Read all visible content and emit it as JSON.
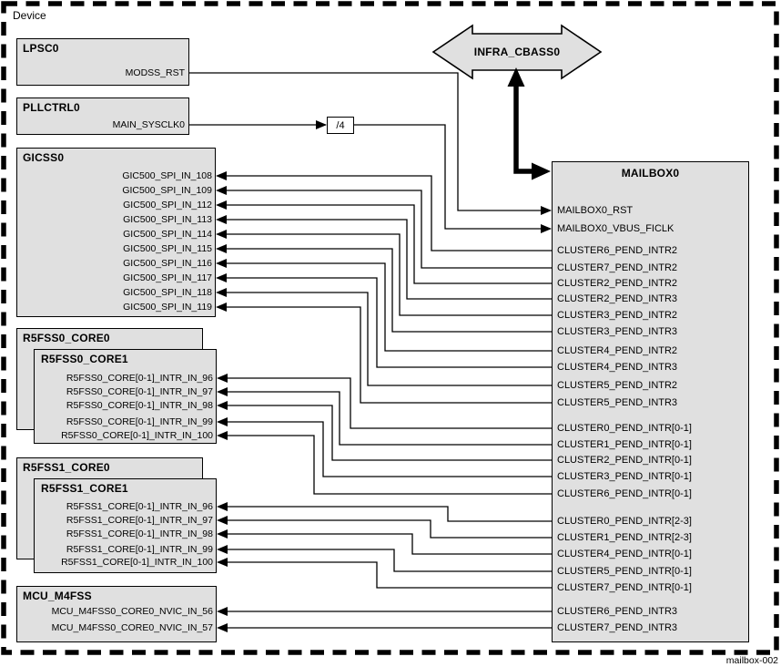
{
  "device_label": "Device",
  "figure_label": "mailbox-002",
  "colors": {
    "box_fill": "#e0e0e0",
    "line": "#000000",
    "background": "#ffffff"
  },
  "interconnect": {
    "label": "INFRA_CBASS0"
  },
  "divider": {
    "label": "/4"
  },
  "blocks": {
    "lpsc0": {
      "title": "LPSC0",
      "signals": [
        "MODSS_RST"
      ]
    },
    "pllctrl0": {
      "title": "PLLCTRL0",
      "signals": [
        "MAIN_SYSCLK0"
      ]
    },
    "gicss0": {
      "title": "GICSS0",
      "signals": [
        "GIC500_SPI_IN_108",
        "GIC500_SPI_IN_109",
        "GIC500_SPI_IN_112",
        "GIC500_SPI_IN_113",
        "GIC500_SPI_IN_114",
        "GIC500_SPI_IN_115",
        "GIC500_SPI_IN_116",
        "GIC500_SPI_IN_117",
        "GIC500_SPI_IN_118",
        "GIC500_SPI_IN_119"
      ]
    },
    "r5fss0_core0": {
      "title": "R5FSS0_CORE0",
      "signals": []
    },
    "r5fss0_core1": {
      "title": "R5FSS0_CORE1",
      "signals": [
        "R5FSS0_CORE[0-1]_INTR_IN_96",
        "R5FSS0_CORE[0-1]_INTR_IN_97",
        "R5FSS0_CORE[0-1]_INTR_IN_98",
        "R5FSS0_CORE[0-1]_INTR_IN_99",
        "R5FSS0_CORE[0-1]_INTR_IN_100"
      ]
    },
    "r5fss1_core0": {
      "title": "R5FSS1_CORE0",
      "signals": []
    },
    "r5fss1_core1": {
      "title": "R5FSS1_CORE1",
      "signals": [
        "R5FSS1_CORE[0-1]_INTR_IN_96",
        "R5FSS1_CORE[0-1]_INTR_IN_97",
        "R5FSS1_CORE[0-1]_INTR_IN_98",
        "R5FSS1_CORE[0-1]_INTR_IN_99",
        "R5FSS1_CORE[0-1]_INTR_IN_100"
      ]
    },
    "mcu_m4fss": {
      "title": "MCU_M4FSS",
      "signals": [
        "MCU_M4FSS0_CORE0_NVIC_IN_56",
        "MCU_M4FSS0_CORE0_NVIC_IN_57"
      ]
    },
    "mailbox0": {
      "title": "MAILBOX0",
      "signals": [
        "MAILBOX0_RST",
        "MAILBOX0_VBUS_FICLK",
        "CLUSTER6_PEND_INTR2",
        "CLUSTER7_PEND_INTR2",
        "CLUSTER2_PEND_INTR2",
        "CLUSTER2_PEND_INTR3",
        "CLUSTER3_PEND_INTR2",
        "CLUSTER3_PEND_INTR3",
        "CLUSTER4_PEND_INTR2",
        "CLUSTER4_PEND_INTR3",
        "CLUSTER5_PEND_INTR2",
        "CLUSTER5_PEND_INTR3",
        "CLUSTER0_PEND_INTR[0-1]",
        "CLUSTER1_PEND_INTR[0-1]",
        "CLUSTER2_PEND_INTR[0-1]",
        "CLUSTER3_PEND_INTR[0-1]",
        "CLUSTER6_PEND_INTR[0-1]",
        "CLUSTER0_PEND_INTR[2-3]",
        "CLUSTER1_PEND_INTR[2-3]",
        "CLUSTER4_PEND_INTR[0-1]",
        "CLUSTER5_PEND_INTR[0-1]",
        "CLUSTER7_PEND_INTR[0-1]",
        "CLUSTER6_PEND_INTR3",
        "CLUSTER7_PEND_INTR3"
      ]
    }
  },
  "connections": [
    {
      "from": "LPSC0.MODSS_RST",
      "to": "MAILBOX0.MAILBOX0_RST"
    },
    {
      "from": "PLLCTRL0.MAIN_SYSCLK0",
      "to": "/4"
    },
    {
      "from": "/4",
      "to": "MAILBOX0.MAILBOX0_VBUS_FICLK"
    },
    {
      "from": "MAILBOX0.CLUSTER6_PEND_INTR2",
      "to": "GICSS0.GIC500_SPI_IN_108"
    },
    {
      "from": "MAILBOX0.CLUSTER7_PEND_INTR2",
      "to": "GICSS0.GIC500_SPI_IN_109"
    },
    {
      "from": "MAILBOX0.CLUSTER2_PEND_INTR2",
      "to": "GICSS0.GIC500_SPI_IN_112"
    },
    {
      "from": "MAILBOX0.CLUSTER2_PEND_INTR3",
      "to": "GICSS0.GIC500_SPI_IN_113"
    },
    {
      "from": "MAILBOX0.CLUSTER3_PEND_INTR2",
      "to": "GICSS0.GIC500_SPI_IN_114"
    },
    {
      "from": "MAILBOX0.CLUSTER3_PEND_INTR3",
      "to": "GICSS0.GIC500_SPI_IN_115"
    },
    {
      "from": "MAILBOX0.CLUSTER4_PEND_INTR2",
      "to": "GICSS0.GIC500_SPI_IN_116"
    },
    {
      "from": "MAILBOX0.CLUSTER4_PEND_INTR3",
      "to": "GICSS0.GIC500_SPI_IN_117"
    },
    {
      "from": "MAILBOX0.CLUSTER5_PEND_INTR2",
      "to": "GICSS0.GIC500_SPI_IN_118"
    },
    {
      "from": "MAILBOX0.CLUSTER5_PEND_INTR3",
      "to": "GICSS0.GIC500_SPI_IN_119"
    },
    {
      "from": "MAILBOX0.CLUSTER0_PEND_INTR[0-1]",
      "to": "R5FSS0_CORE1.R5FSS0_CORE[0-1]_INTR_IN_96"
    },
    {
      "from": "MAILBOX0.CLUSTER1_PEND_INTR[0-1]",
      "to": "R5FSS0_CORE1.R5FSS0_CORE[0-1]_INTR_IN_97"
    },
    {
      "from": "MAILBOX0.CLUSTER2_PEND_INTR[0-1]",
      "to": "R5FSS0_CORE1.R5FSS0_CORE[0-1]_INTR_IN_98"
    },
    {
      "from": "MAILBOX0.CLUSTER3_PEND_INTR[0-1]",
      "to": "R5FSS0_CORE1.R5FSS0_CORE[0-1]_INTR_IN_99"
    },
    {
      "from": "MAILBOX0.CLUSTER6_PEND_INTR[0-1]",
      "to": "R5FSS0_CORE1.R5FSS0_CORE[0-1]_INTR_IN_100"
    },
    {
      "from": "MAILBOX0.CLUSTER0_PEND_INTR[2-3]",
      "to": "R5FSS1_CORE1.R5FSS1_CORE[0-1]_INTR_IN_96"
    },
    {
      "from": "MAILBOX0.CLUSTER1_PEND_INTR[2-3]",
      "to": "R5FSS1_CORE1.R5FSS1_CORE[0-1]_INTR_IN_97"
    },
    {
      "from": "MAILBOX0.CLUSTER4_PEND_INTR[0-1]",
      "to": "R5FSS1_CORE1.R5FSS1_CORE[0-1]_INTR_IN_98"
    },
    {
      "from": "MAILBOX0.CLUSTER5_PEND_INTR[0-1]",
      "to": "R5FSS1_CORE1.R5FSS1_CORE[0-1]_INTR_IN_99"
    },
    {
      "from": "MAILBOX0.CLUSTER7_PEND_INTR[0-1]",
      "to": "R5FSS1_CORE1.R5FSS1_CORE[0-1]_INTR_IN_100"
    },
    {
      "from": "MAILBOX0.CLUSTER6_PEND_INTR3",
      "to": "MCU_M4FSS.MCU_M4FSS0_CORE0_NVIC_IN_56"
    },
    {
      "from": "MAILBOX0.CLUSTER7_PEND_INTR3",
      "to": "MCU_M4FSS.MCU_M4FSS0_CORE0_NVIC_IN_57"
    },
    {
      "from": "INFRA_CBASS0",
      "to": "MAILBOX0",
      "style": "thick-bidirectional"
    }
  ]
}
